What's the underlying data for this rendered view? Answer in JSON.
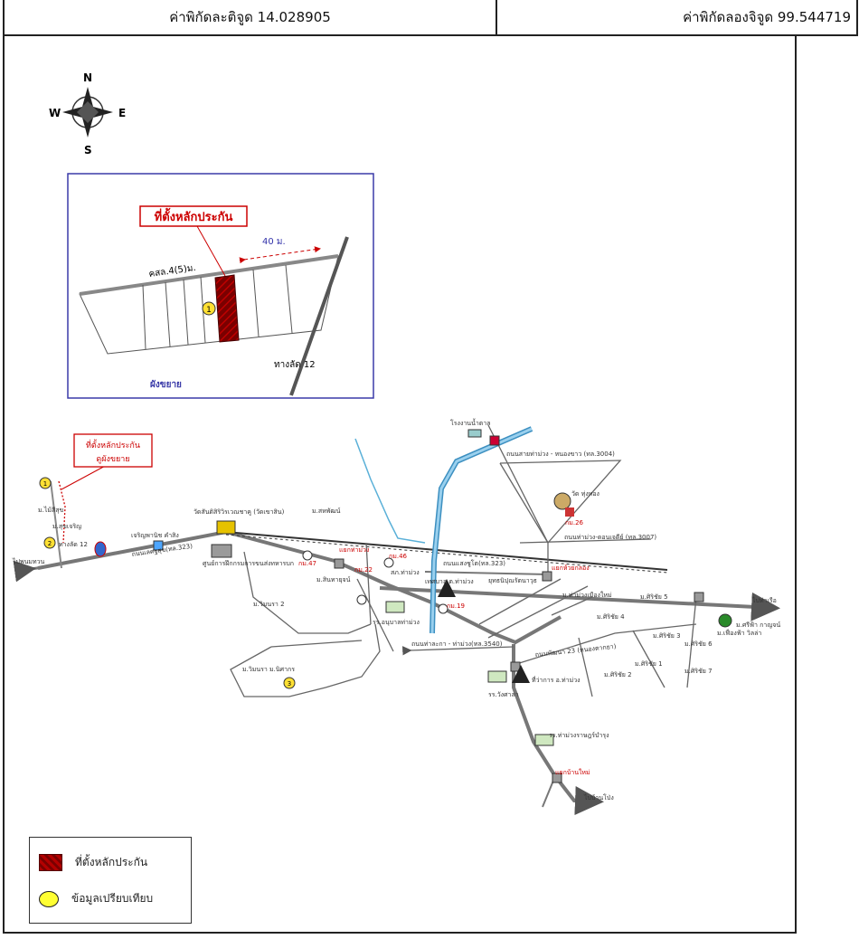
{
  "header": {
    "latitude_label": "ค่าพิกัดละติจูด 14.028905",
    "longitude_label": "ค่าพิกัดลองจิจูด 99.544719"
  },
  "compass": {
    "n": "N",
    "s": "S",
    "e": "E",
    "w": "W"
  },
  "inset": {
    "title": "ที่ตั้งหลักประกัน",
    "distance": "40 ม.",
    "road_top": "คสล.4(5)ม.",
    "road_right": "ทางลัด 12",
    "caption": "ผังขยาย",
    "marker": "1"
  },
  "map": {
    "callout_line1": "ที่ตั้งหลักประกัน",
    "callout_line2": "ดูผังขยาย",
    "to_left": "ไปพนมทวน",
    "lat12": "ทางลัด 12",
    "village_mai_si": "ม.ไม้สีสุข",
    "ban_sukcharoen": "ม.สุขเจริญ",
    "temple": "วัดสันติสิริวิรเวณชาคู (วัดเขาสิน)",
    "charoen_chai": "เจริญพานิช คำสิง",
    "road_upper": "ถนนเลศฐสุข(ทล.323)",
    "survey_center": "ศูนย์การฝึกกรมการขนส่งทหารบก",
    "sam_tha_muang": "แยกท่าม่วง",
    "ban_sombat": "ม.สหพัฒน์",
    "ban_sinthai": "ม.สินทายุจน์",
    "road_loop": "ถนนสายท่าม่วง - หนองขาว (ทล.3004)",
    "road_3007": "ถนนท่าม่วง-ดอนเจดีย์ (ทล.3007)",
    "road_323": "ถนนแสงชูโต(ทล.323)",
    "police": "สภ.ท่าม่วง",
    "lawyer": "เทศบาล ต.ท่าม่วง",
    "hospital": "ยุทธนิปุณรัตนาวุธ",
    "sam_kalong": "แยกห้วยกลอง",
    "ban_sivitai": "ม.ท่าม่วงเมืองใหม่",
    "si_rat_5": "ม.ศิริชัย 5",
    "to_right": "ไปท่าเรือ",
    "school_tha_muang": "รร.อนุบาลท่าม่วง",
    "rd_3540": "ถนนท่าละกา - ท่าม่วง(ทล.3540)",
    "rd_soi": "ถนนพัฒนา 23 (หนองตากยา)",
    "wat_wang": "รร.วังศาลา",
    "district_office": "ที่ว่าการ อ.ท่าม่วง",
    "si_rat_4": "ม.ศิริชัย 4",
    "si_rat_2": "ม.ศิริชัย 2",
    "si_rat_1": "ม.ศิริชัย 1",
    "si_rat_3": "ม.ศิริชัย 3",
    "si_rat_7": "ม.ศิริชัย 7",
    "si_rat_6": "ม.ศิริชัย 6",
    "ban_wimon": "ม.วิมนรา 2",
    "ban_wimonrat": "ม.วิมนรา",
    "ban_nipakorn": "ม.นิศากร",
    "rat_school": "รร.ท่าม่วงราษฎร์บำรุง",
    "sam_pak_mai": "แยกบ้านใหม่",
    "to_bottom": "ไปบ้านโป่ง",
    "si_fah": "ม.ศรีฟ้า กาญจน์",
    "bang_kradet": "ม.เฟื่องฟ้า วิลล่า",
    "factory": "โรงงานน้ำตาล",
    "km46": "กม.46",
    "km47": "กม.47",
    "km19": "กม.19",
    "km26": "กม.26",
    "km_label": "กม.22",
    "wat_kao": "วัด ทุ่งทอง",
    "num1": "1",
    "num2": "2",
    "num3": "3"
  },
  "legend": {
    "collateral": "ที่ตั้งหลักประกัน",
    "compare": "ข้อมูลเปรียบเทียบ"
  }
}
